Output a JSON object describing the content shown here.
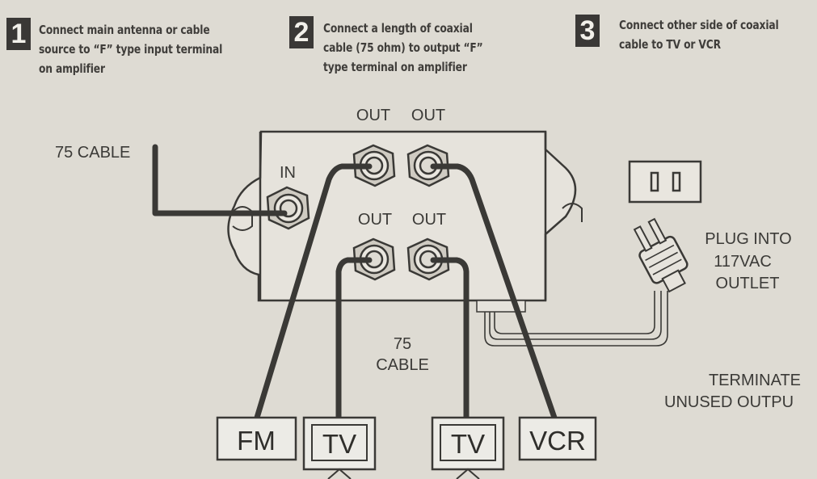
{
  "steps": [
    {
      "num": "1",
      "lines": [
        "Connect main antenna or cable",
        "source to “F” type input terminal",
        "on amplifier"
      ]
    },
    {
      "num": "2",
      "lines": [
        "Connect a length of coaxial",
        "cable (75 ohm) to output “F”",
        "type terminal on amplifier"
      ]
    },
    {
      "num": "3",
      "lines": [
        "Connect other side of coaxial",
        "cable to TV or VCR"
      ]
    }
  ],
  "labels": {
    "cable_in": "75 CABLE",
    "in": "IN",
    "out_tl": "OUT",
    "out_tr": "OUT",
    "out_bl": "OUT",
    "out_br": "OUT",
    "cable_mid_1": "75",
    "cable_mid_2": "CABLE",
    "plug_1": "PLUG INTO",
    "plug_2": "117VAC",
    "plug_3": "OUTLET",
    "term_1": "TERMINATE",
    "term_2": "UNUSED OUTPU"
  },
  "devices": {
    "fm": "FM",
    "tv1": "TV",
    "tv2": "TV",
    "vcr": "VCR"
  }
}
